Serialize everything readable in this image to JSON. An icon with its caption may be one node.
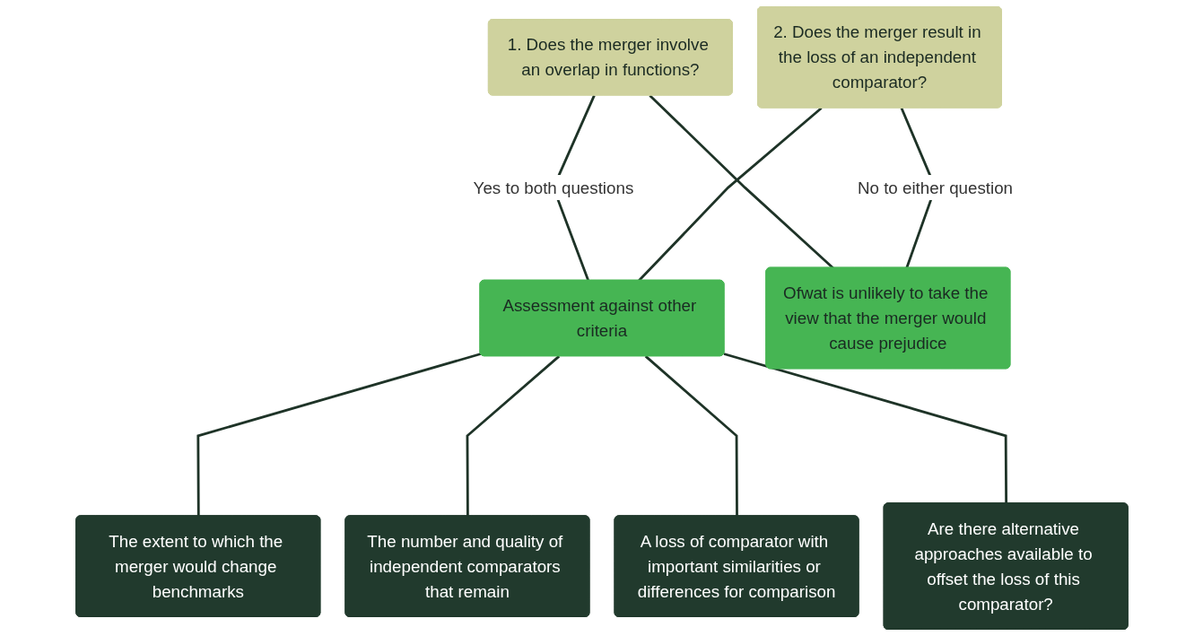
{
  "diagram": {
    "nodes": [
      {
        "text": [
          "1. Does the merger involve an overlap in functions?"
        ]
      },
      {
        "text": [
          "2. Does the merger result in the loss of an independent comparator?"
        ]
      },
      {
        "text": [
          "Assessment against other criteria"
        ]
      },
      {
        "text": [
          "Ofwat is unlikely to take the view that the merger would cause prejudice"
        ]
      },
      {
        "text": [
          "The extent to which the merger would change benchmarks"
        ]
      },
      {
        "text": [
          "The number and quality of independent comparators that remain"
        ]
      },
      {
        "text": [
          "A loss of comparator with important similarities or differences for comparison"
        ]
      },
      {
        "text": [
          "Are there alternative approaches available to offset the loss of this comparator?"
        ]
      }
    ],
    "edges": [
      {
        "from": 0,
        "to": 2,
        "arrow": "none",
        "label": "Yes to both questions"
      },
      {
        "from": 1,
        "to": 2,
        "arrow": "none"
      },
      {
        "from": 0,
        "to": 3,
        "arrow": "none"
      },
      {
        "from": 1,
        "to": 3,
        "arrow": "none",
        "label": "No to either question"
      },
      {
        "from": 2,
        "to": 4,
        "arrow": "none"
      },
      {
        "from": 2,
        "to": 5,
        "arrow": "none"
      },
      {
        "from": 2,
        "to": 6,
        "arrow": "none"
      },
      {
        "from": 2,
        "to": 7,
        "arrow": "none"
      }
    ]
  }
}
